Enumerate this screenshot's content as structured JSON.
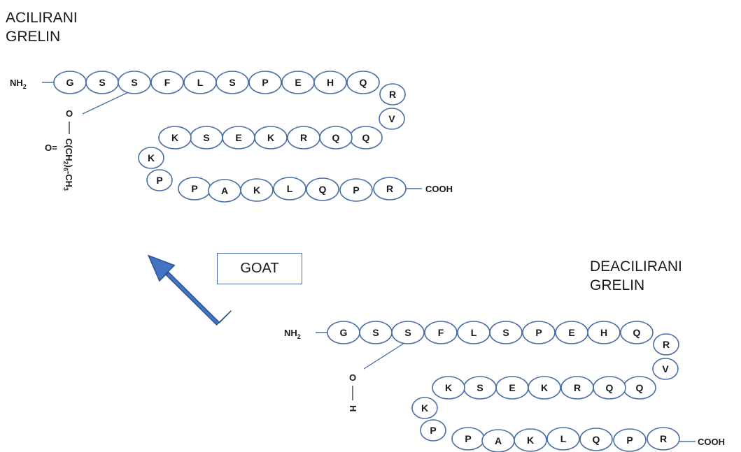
{
  "acylated": {
    "title_line1": "ACILIRANI",
    "title_line2": "GRELIN",
    "n_terminus": "NH",
    "n_terminus_sub": "2",
    "c_terminus": "COOH",
    "sidechain": {
      "o": "O",
      "o_double": "O=",
      "c": "C",
      "ch2_group": "(CH",
      "ch2_sub": "2",
      "ch2_close": ")",
      "ch2_count": "6",
      "ch3": "-CH",
      "ch3_sub": "3"
    }
  },
  "deacylated": {
    "title_line1": "DEACILIRANI",
    "title_line2": "GRELIN",
    "n_terminus": "NH",
    "n_terminus_sub": "2",
    "c_terminus": "COOH",
    "sidechain": {
      "o": "O",
      "h": "H"
    }
  },
  "enzyme_label": "GOAT",
  "sequence": [
    "G",
    "S",
    "S",
    "F",
    "L",
    "S",
    "P",
    "E",
    "H",
    "Q",
    "R",
    "V",
    "Q",
    "Q",
    "R",
    "K",
    "E",
    "S",
    "K",
    "K",
    "P",
    "P",
    "A",
    "K",
    "L",
    "Q",
    "P",
    "R"
  ],
  "colors": {
    "residue_outline": "#4a6fa5",
    "arrow_fill": "#4472c4",
    "arrow_stroke": "#2f528f",
    "line": "#4a6fa5"
  }
}
